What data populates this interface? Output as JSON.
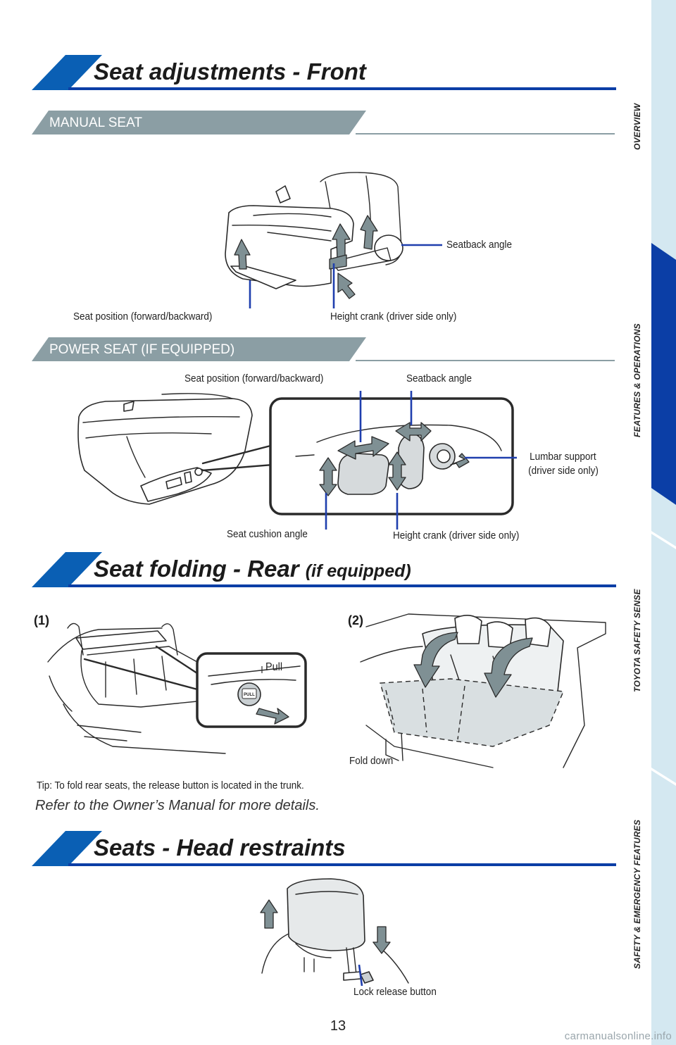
{
  "sections": {
    "front": {
      "title": "Seat adjustments - Front"
    },
    "rear": {
      "title": "Seat folding - Rear",
      "title_suffix": "(if equipped)"
    },
    "head": {
      "title": "Seats - Head restraints"
    }
  },
  "manual_seat": {
    "heading": "MANUAL SEAT",
    "labels": {
      "seatback_angle": "Seatback angle",
      "seat_position": "Seat position (forward/backward)",
      "height_crank": "Height crank (driver side only)"
    }
  },
  "power_seat": {
    "heading": "POWER SEAT (IF EQUIPPED)",
    "labels": {
      "seat_position": "Seat position (forward/backward)",
      "seatback_angle": "Seatback angle",
      "lumbar_line1": "Lumbar support",
      "lumbar_line2": "(driver side only)",
      "cushion_angle": "Seat cushion angle",
      "height_crank": "Height crank (driver side only)"
    }
  },
  "rear_folding": {
    "step1": "(1)",
    "step2": "(2)",
    "pull_label": "Pull",
    "pull_button_text": "PULL",
    "fold_down": "Fold down",
    "tip": "Tip: To fold rear seats, the release button is located in the trunk.",
    "refer": "Refer to the Owner’s Manual for more details."
  },
  "head_restraints": {
    "lock_release": "Lock release button"
  },
  "side_tabs": [
    {
      "label": "OVERVIEW",
      "active": false
    },
    {
      "label": "FEATURES & OPERATIONS",
      "active": true
    },
    {
      "label": "TOYOTA SAFETY SENSE",
      "active": false
    },
    {
      "label": "SAFETY & EMERGENCY FEATURES",
      "active": false
    }
  ],
  "page_number": "13",
  "watermark": "carmanualsonline.info",
  "colors": {
    "accent": "#0b3ea6",
    "banner": "#8b9ea4",
    "tab_bg": "#d4e8f1"
  }
}
